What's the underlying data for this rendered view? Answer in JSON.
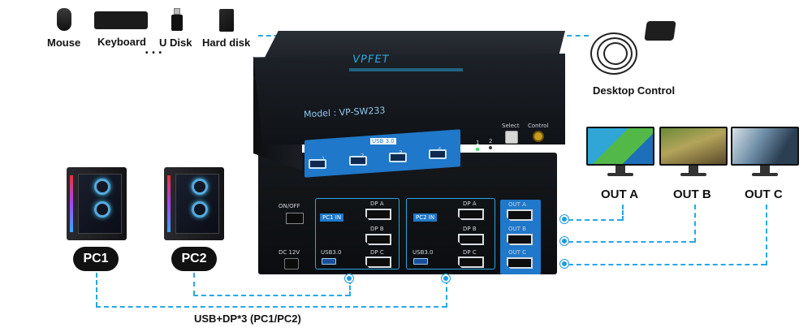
{
  "peripherals": {
    "mouse": "Mouse",
    "keyboard": "Keyboard",
    "udisk": "U Disk",
    "harddisk": "Hard disk",
    "more": "• • •"
  },
  "desktop_control": "Desktop Control",
  "pcs": {
    "pc1": "PC1",
    "pc2": "PC2"
  },
  "outputs": {
    "a": "OUT A",
    "b": "OUT B",
    "c": "OUT C"
  },
  "bottom_caption": "USB+DP*3 (PC1/PC2)",
  "device": {
    "brand": "VPFET",
    "model": "Model : VP-SW233",
    "front_labels": {
      "usb30": "USB 3.0",
      "select": "Select",
      "control": "Control",
      "led1": "1",
      "led2": "2",
      "port1": "1",
      "port2": "2",
      "port3": "3",
      "port4": "4"
    },
    "rear_labels": {
      "on_off": "ON/OFF",
      "dc12v": "DC 12V",
      "pc1_in": "PC1 IN",
      "pc2_in": "PC2 IN",
      "usb30_a": "USB3.0",
      "usb30_b": "USB3.0",
      "dpa_1": "DP A",
      "dpb_1": "DP B",
      "dpc_1": "DP C",
      "dpa_2": "DP A",
      "dpb_2": "DP B",
      "dpc_2": "DP C",
      "outa": "OUT A",
      "outb": "OUT B",
      "outc": "OUT C"
    }
  },
  "colors": {
    "accent": "#2aa7e0",
    "device_blue": "#1f78c9",
    "device_body": "#12151a"
  }
}
